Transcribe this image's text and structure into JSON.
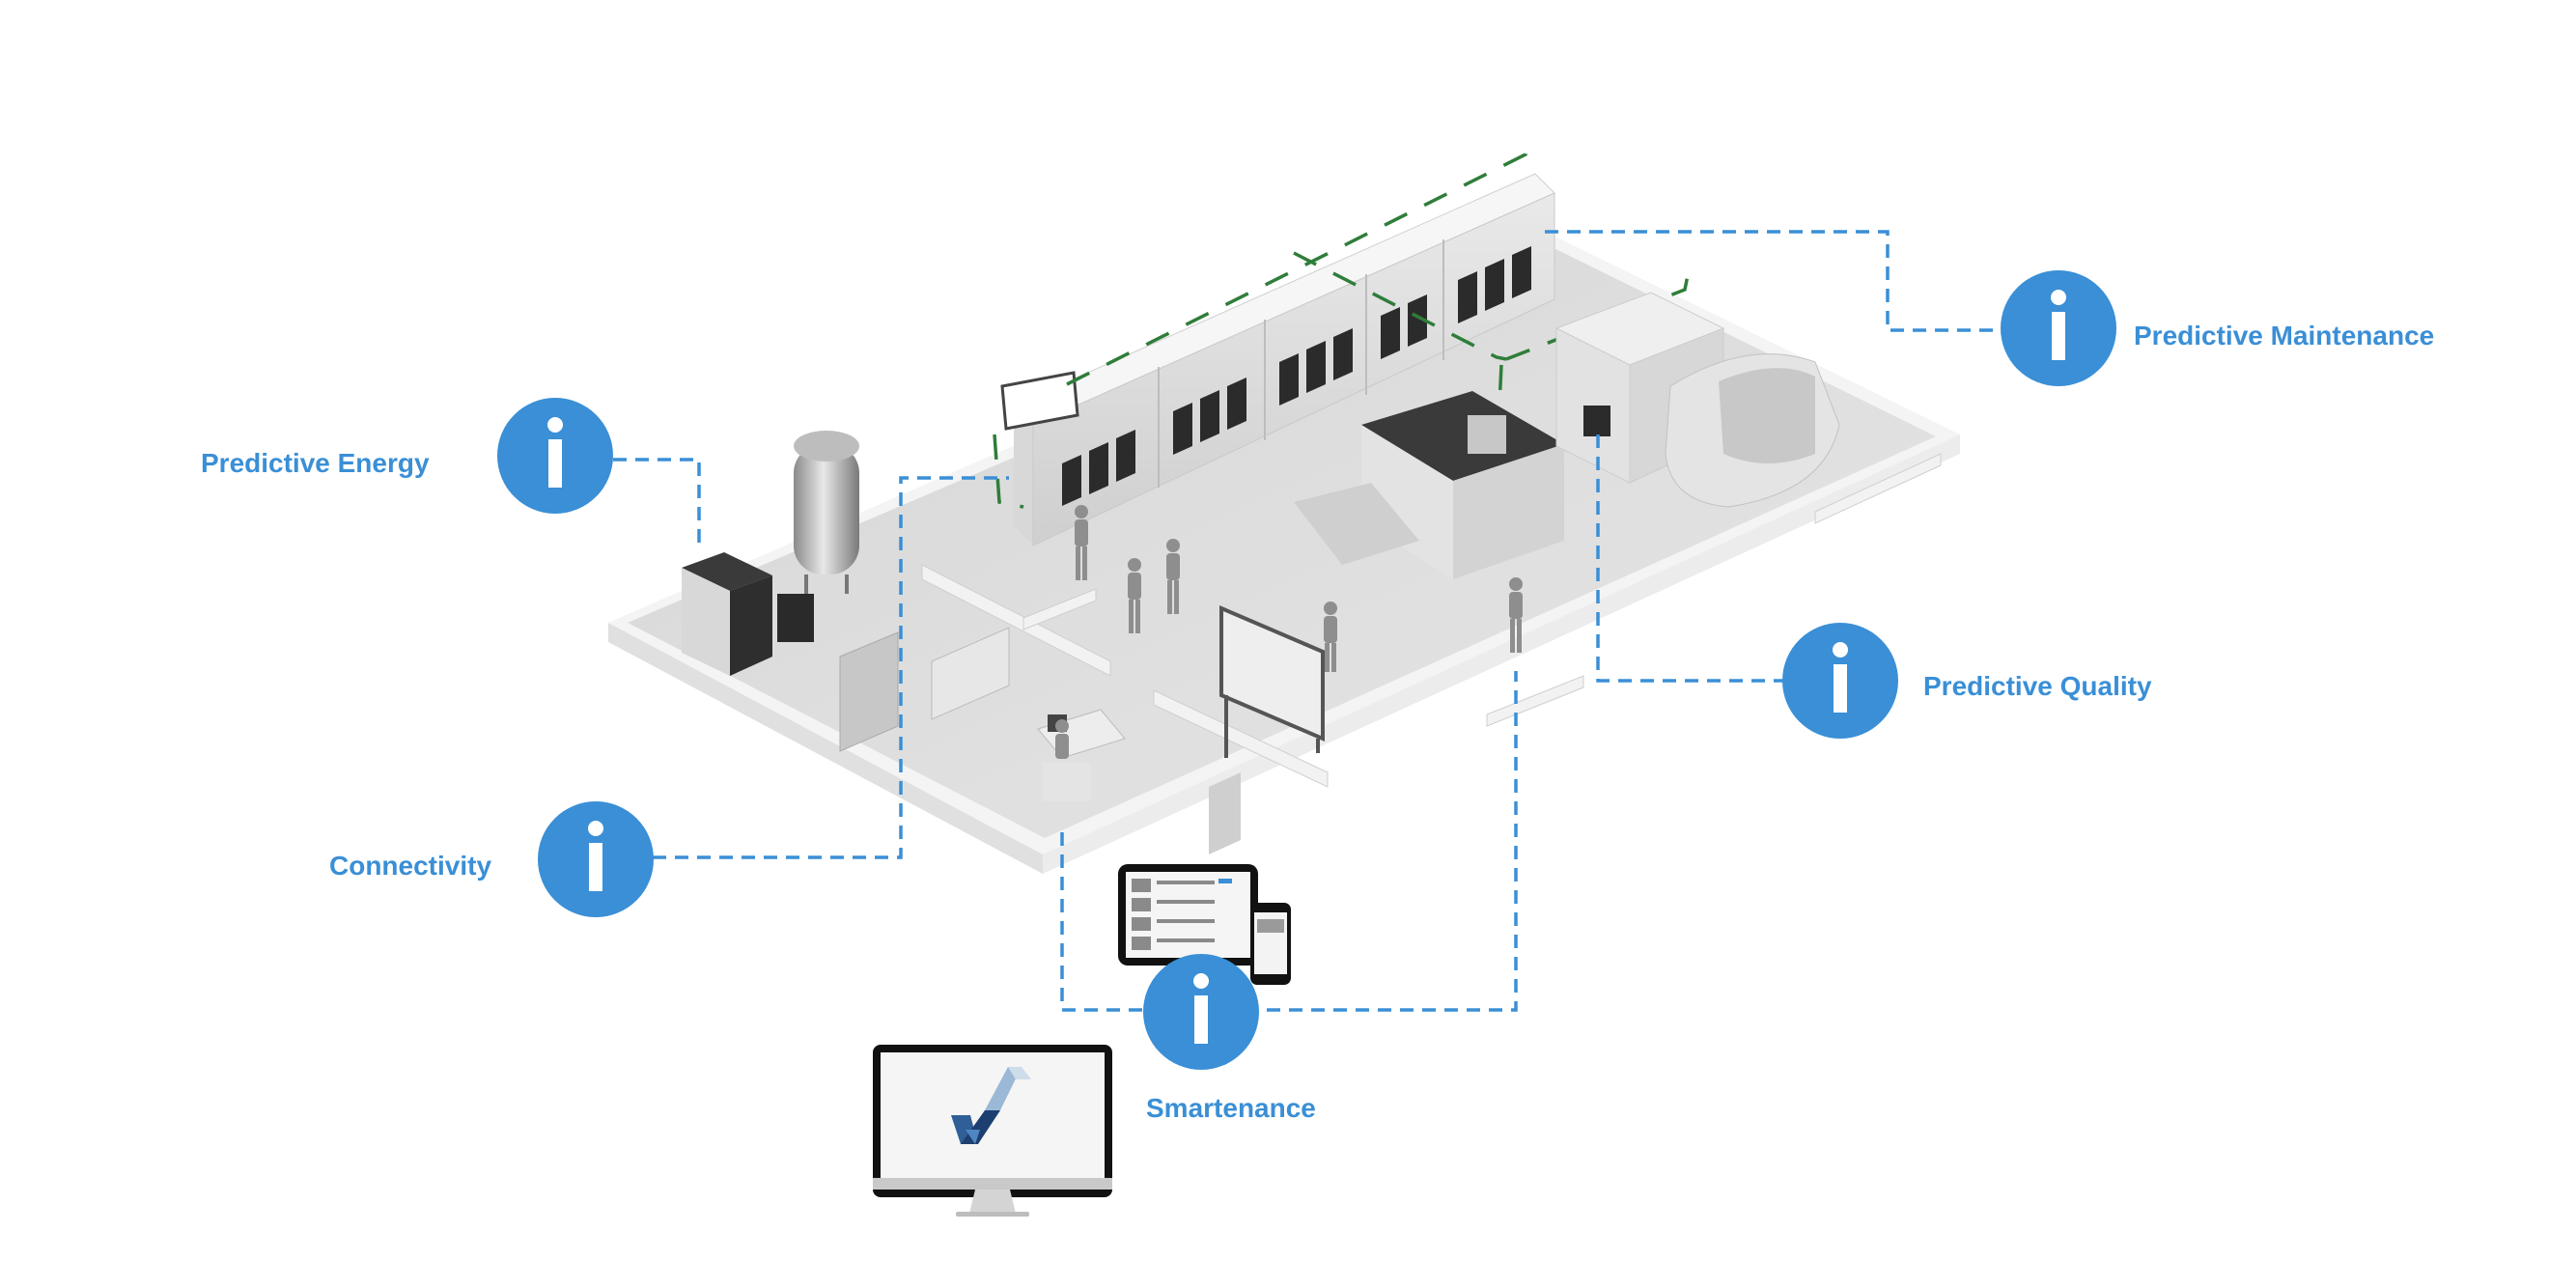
{
  "hotspots": {
    "predictive_maintenance": {
      "label": "Predictive Maintenance",
      "icon": "info-icon"
    },
    "predictive_energy": {
      "label": "Predictive Energy",
      "icon": "info-icon"
    },
    "predictive_quality": {
      "label": "Predictive Quality",
      "icon": "info-icon"
    },
    "connectivity": {
      "label": "Connectivity",
      "icon": "info-icon"
    },
    "smartenance": {
      "label": "Smartenance",
      "icon": "info-icon"
    }
  },
  "colors": {
    "accent": "#3a8fd6",
    "green_line": "#2f7d3a",
    "floor": "#dcdcdc",
    "wall": "#f2f2f2"
  }
}
